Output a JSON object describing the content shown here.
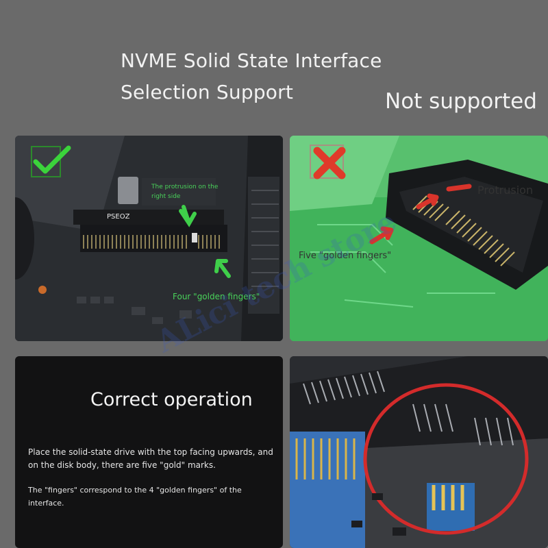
{
  "header": {
    "title_line1": "NVME Solid State Interface",
    "title_line2": "Selection Support",
    "not_supported": "Not supported"
  },
  "panel_supported": {
    "icon": "check-icon",
    "brand": "PSEOZ",
    "callout_protrusion_line1": "The protrusion on the",
    "callout_protrusion_line2": "right side",
    "callout_fingers": "Four \"golden fingers\""
  },
  "panel_unsupported": {
    "icon": "cross-icon",
    "label_protrusion": "Protrusion",
    "label_fingers": "Five \"golden fingers\""
  },
  "panel_operation": {
    "title": "Correct operation",
    "text1": "Place the solid-state drive with the top facing upwards, and on the disk body, there are five \"gold\" marks.",
    "text2": "The \"fingers\" correspond to the 4 \"golden fingers\" of the interface."
  },
  "watermark": "ALici tech store",
  "colors": {
    "check": "#3bd33b",
    "cross": "#e03a2a",
    "callout_green": "#49d25a",
    "arrow_red": "#d9342b",
    "pcb_green": "#3fae5a"
  }
}
